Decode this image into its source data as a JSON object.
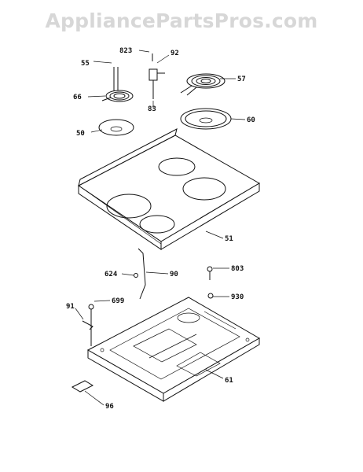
{
  "watermark": "AppliancePartsPros.com",
  "callouts": {
    "p823": "823",
    "p92": "92",
    "p55": "55",
    "p57": "57",
    "p66": "66",
    "p83": "83",
    "p50": "50",
    "p60": "60",
    "p51": "51",
    "p624": "624",
    "p90": "90",
    "p803": "803",
    "p91": "91",
    "p699": "699",
    "p930": "930",
    "p61": "61",
    "p96": "96"
  }
}
